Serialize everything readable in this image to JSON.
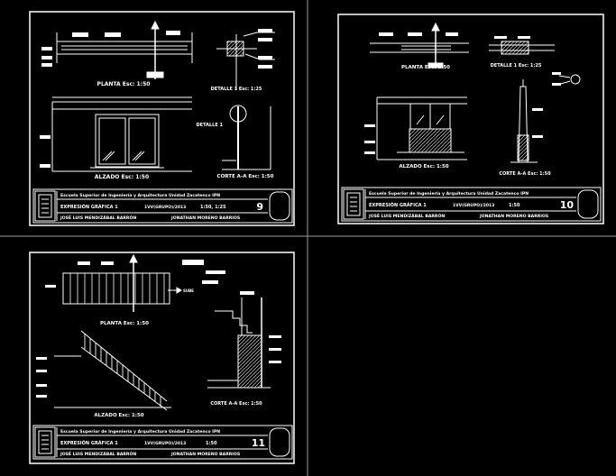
{
  "sheets": [
    {
      "id": "sheet-9",
      "sheet_number": "9",
      "drawings": {
        "plan": "PLANTA  Esc: 1:50",
        "detail": "DETALLE  1  Esc: 1:25",
        "elevation": "ALZADO  Esc: 1:50",
        "section": "CORTE  A-A  Esc: 1:50",
        "callout": "DETALLE 1"
      },
      "titleblock": {
        "institution": "Escuela Superior de Ingeniería y Arquitectura  Unidad Zacatenco IPN",
        "course": "EXPRESIÓN GRÁFICA 1",
        "group": "1VV(GRUPO)/2013",
        "scale": "1:50,  1:25",
        "author_left": "JOSÉ LUIS MENDIZÁBAL BARRÓN",
        "author_right": "JONATHAN MORENO BARRIOS"
      }
    },
    {
      "id": "sheet-10",
      "sheet_number": "10",
      "drawings": {
        "plan": "PLANTA  Esc: 1:50",
        "detail": "DETALLE  1  Esc: 1:25",
        "elevation": "ALZADO  Esc: 1:50",
        "section": "CORTE  A-A  Esc: 1:50"
      },
      "titleblock": {
        "institution": "Escuela Superior de Ingeniería y Arquitectura  Unidad Zacatenco IPN",
        "course": "EXPRESIÓN GRÁFICA 1",
        "group": "1VV(GRUPO)/2013",
        "scale": "1:50",
        "author_left": "JOSÉ LUIS MENDIZÁBAL BARRÓN",
        "author_right": "JONATHAN MORENO BARRIOS"
      }
    },
    {
      "id": "sheet-11",
      "sheet_number": "11",
      "drawings": {
        "plan": "PLANTA  Esc: 1:50",
        "elevation": "ALZADO  Esc: 1:50",
        "section": "CORTE  A-A  Esc: 1:50",
        "sube": "SUBE"
      },
      "titleblock": {
        "institution": "Escuela Superior de Ingeniería y Arquitectura  Unidad Zacatenco IPN",
        "course": "EXPRESIÓN GRÁFICA 1",
        "group": "1VV(GRUPO)/2013",
        "scale": "1:50",
        "author_left": "JOSÉ LUIS MENDIZÁBAL BARRÓN",
        "author_right": "JONATHAN MORENO BARRIOS"
      }
    }
  ],
  "colors": {
    "background": "#000000",
    "line": "#ffffff",
    "separator": "#9a9a9a"
  }
}
